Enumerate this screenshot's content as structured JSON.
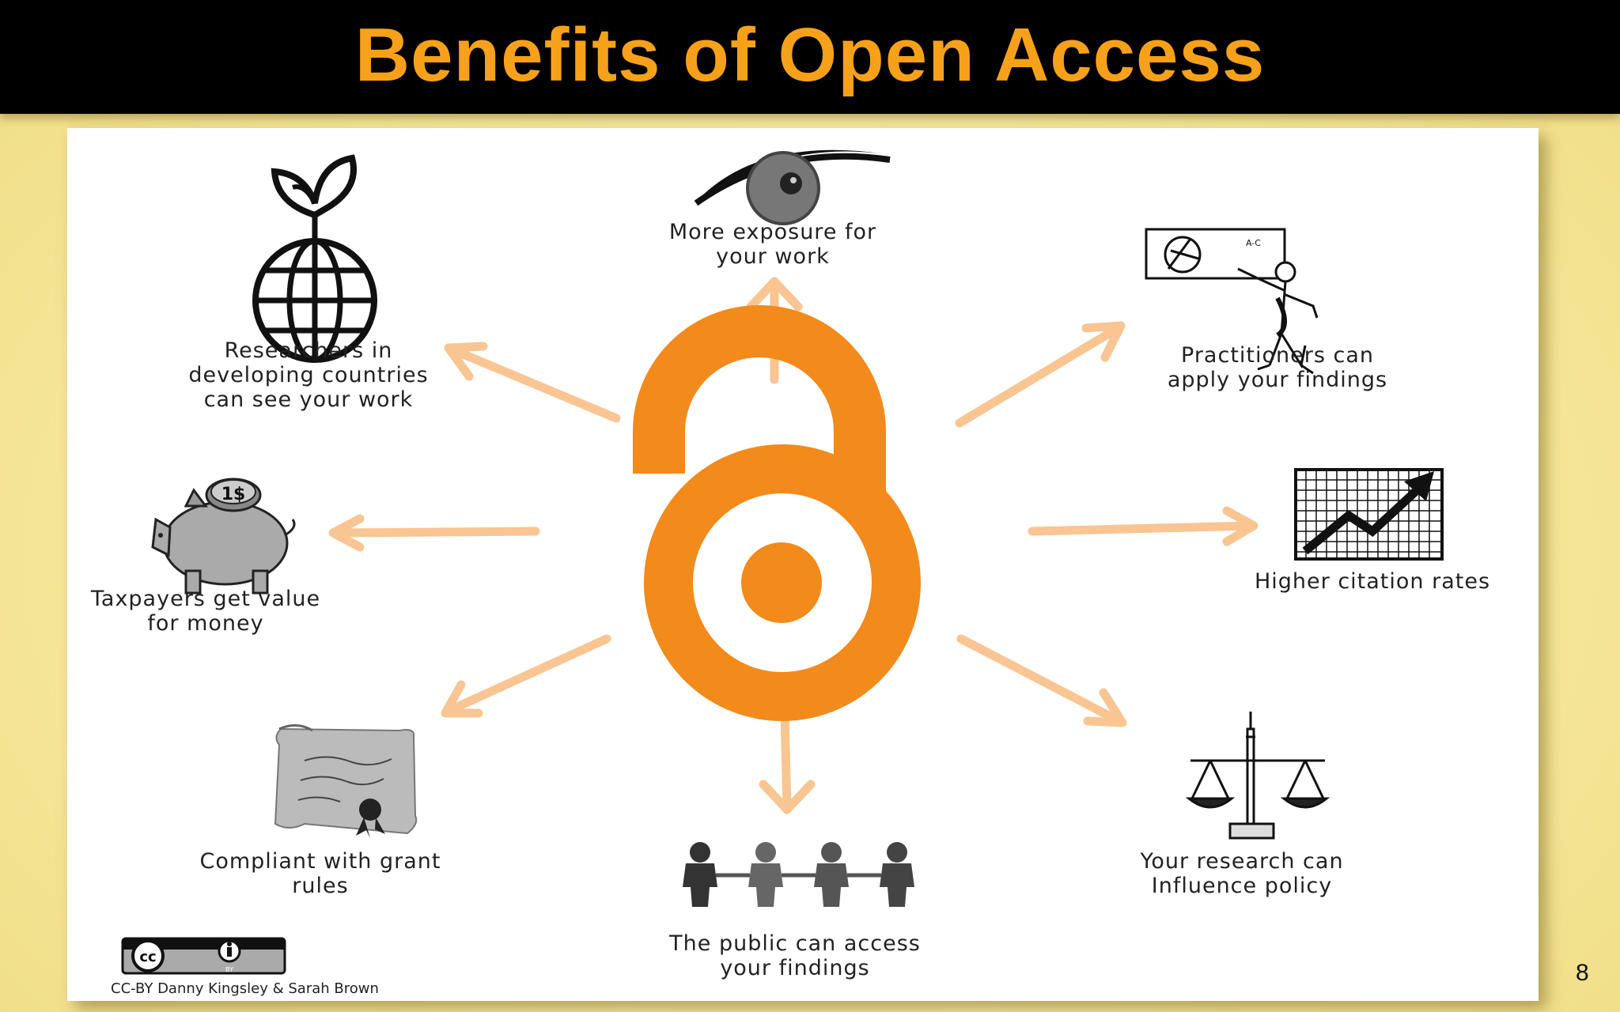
{
  "slide": {
    "title": "Benefits of Open Access",
    "page_number": "8"
  },
  "diagram": {
    "center_icon": "open-access-lock-icon",
    "accent_color": "#f28a1c",
    "arrow_color": "#f9c592",
    "benefits": [
      {
        "id": "exposure",
        "label": "More exposure for\nyour work",
        "icon": "eye-icon"
      },
      {
        "id": "practitioners",
        "label": "Practitioners can\napply your findings",
        "icon": "presenter-icon"
      },
      {
        "id": "citation",
        "label": "Higher citation rates",
        "icon": "rising-chart-icon"
      },
      {
        "id": "policy",
        "label": "Your research can\nInfluence policy",
        "icon": "scales-icon"
      },
      {
        "id": "public",
        "label": "The public can access\nyour findings",
        "icon": "people-icon"
      },
      {
        "id": "grant",
        "label": "Compliant with grant\nrules",
        "icon": "scroll-certificate-icon"
      },
      {
        "id": "taxpayers",
        "label": "Taxpayers get value\nfor money",
        "icon": "piggy-bank-icon"
      },
      {
        "id": "developing",
        "label": "Researchers in\ndeveloping countries\ncan see your work",
        "icon": "globe-plant-icon"
      }
    ],
    "coin_text": "1$",
    "chart_tag": "A-C"
  },
  "license": {
    "badge_text_cc": "cc",
    "badge_text_by": "BY",
    "credit": "CC-BY Danny Kingsley &  Sarah Brown"
  }
}
